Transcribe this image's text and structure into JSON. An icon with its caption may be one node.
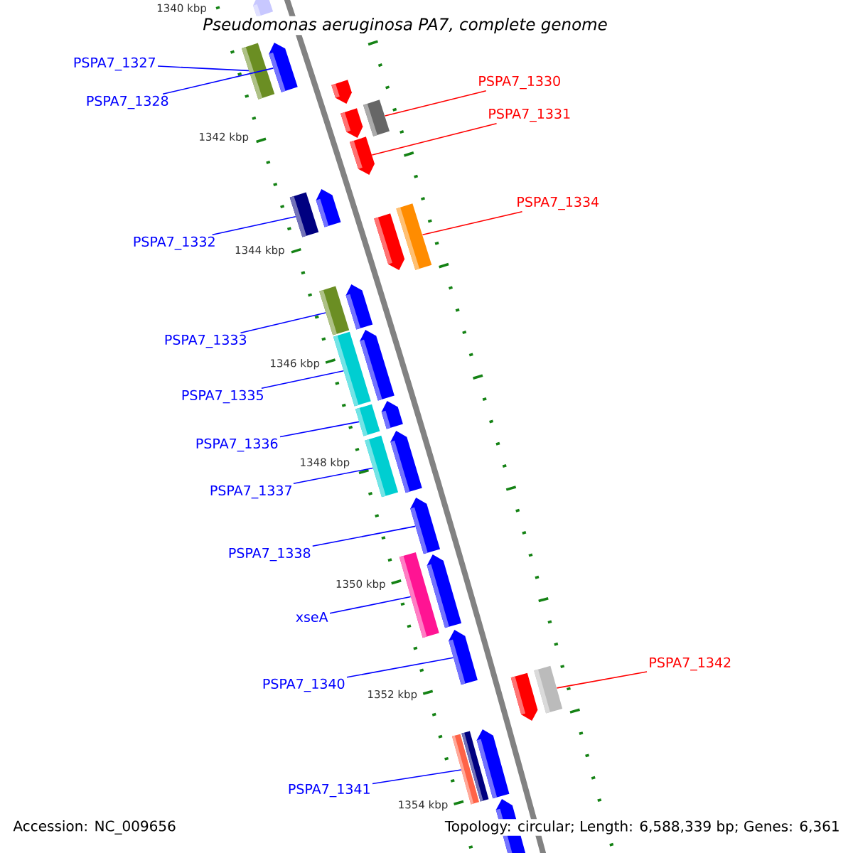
{
  "diagram": {
    "title": "Pseudomonas aeruginosa PA7, complete genome",
    "nodes": [
      {
        "text": [
          "PSPA7_1327"
        ]
      },
      {
        "text": [
          "PSPA7_1330"
        ]
      },
      {
        "text": [
          "PSPA7_1328"
        ]
      },
      {
        "text": [
          "PSPA7_1331"
        ]
      },
      {
        "text": [
          "PSPA7_1334"
        ]
      },
      {
        "text": [
          "PSPA7_1332"
        ]
      },
      {
        "text": [
          "PSPA7_1333"
        ]
      },
      {
        "text": [
          "PSPA7_1335"
        ]
      },
      {
        "text": [
          "PSPA7_1336"
        ]
      },
      {
        "text": [
          "PSPA7_1337"
        ]
      },
      {
        "text": [
          "PSPA7_1338"
        ]
      },
      {
        "text": [
          "xseA"
        ]
      },
      {
        "text": [
          "PSPA7_1342"
        ]
      },
      {
        "text": [
          "PSPA7_1340"
        ]
      },
      {
        "text": [
          "PSPA7_1341"
        ]
      },
      {
        "text": [],
        "shape": "pentagon"
      },
      {
        "text": [],
        "shape": "pentagon"
      },
      {
        "text": [],
        "shape": "box"
      },
      {
        "text": [],
        "shape": "pentagon"
      },
      {
        "text": [],
        "shape": "box"
      },
      {
        "text": [],
        "shape": "pentagon"
      },
      {
        "text": [],
        "shape": "pentagon"
      },
      {
        "text": [],
        "shape": "pentagon"
      },
      {
        "text": [],
        "shape": "box"
      },
      {
        "text": [],
        "shape": "box"
      },
      {
        "text": [],
        "shape": "pentagon"
      },
      {
        "text": [],
        "shape": "pentagon"
      },
      {
        "text": [],
        "shape": "box"
      },
      {
        "text": [],
        "shape": "pentagon"
      },
      {
        "text": [],
        "shape": "box"
      },
      {
        "text": [],
        "shape": "pentagon"
      },
      {
        "text": [],
        "shape": "box"
      },
      {
        "text": [],
        "shape": "pentagon"
      },
      {
        "text": [],
        "shape": "box"
      },
      {
        "text": [],
        "shape": "pentagon"
      },
      {
        "text": [],
        "shape": "pentagon"
      },
      {
        "text": [],
        "shape": "box"
      },
      {
        "text": [],
        "shape": "pentagon"
      },
      {
        "text": [],
        "shape": "box"
      },
      {
        "text": [],
        "shape": "pentagon"
      },
      {
        "text": [],
        "shape": "pentagon"
      },
      {
        "text": [],
        "shape": "box"
      },
      {
        "text": [],
        "shape": "box"
      },
      {
        "text": [],
        "shape": "pentagon"
      }
    ],
    "edges": [
      {
        "from": 0,
        "to": 17,
        "arrow": "none"
      },
      {
        "from": 1,
        "to": 19,
        "arrow": "none",
        "color": "#ff0000"
      },
      {
        "from": 2,
        "to": 16,
        "arrow": "none"
      },
      {
        "from": 3,
        "to": 21,
        "arrow": "none",
        "color": "#ff0000"
      },
      {
        "from": 4,
        "to": 24,
        "arrow": "none",
        "color": "#ff0000"
      },
      {
        "from": 5,
        "to": 23,
        "arrow": "none"
      },
      {
        "from": 6,
        "to": 27,
        "arrow": "none"
      },
      {
        "from": 7,
        "to": 29,
        "arrow": "none"
      },
      {
        "from": 8,
        "to": 31,
        "arrow": "none"
      },
      {
        "from": 9,
        "to": 33,
        "arrow": "none"
      },
      {
        "from": 10,
        "to": 34,
        "arrow": "none"
      },
      {
        "from": 11,
        "to": 36,
        "arrow": "none"
      },
      {
        "from": 12,
        "to": 38,
        "arrow": "none",
        "color": "#ff0000"
      },
      {
        "from": 13,
        "to": 37,
        "arrow": "none"
      },
      {
        "from": 14,
        "to": 42,
        "arrow": "none"
      }
    ],
    "labels": [
      "1340 kbp",
      "1342 kbp",
      "1344 kbp",
      "1346 kbp",
      "1348 kbp",
      "1350 kbp",
      "1352 kbp",
      "1354 kbp",
      "Accession: NC_009656",
      "Topology: circular; Length: 6,588,339 bp; Genes: 6,361"
    ]
  }
}
